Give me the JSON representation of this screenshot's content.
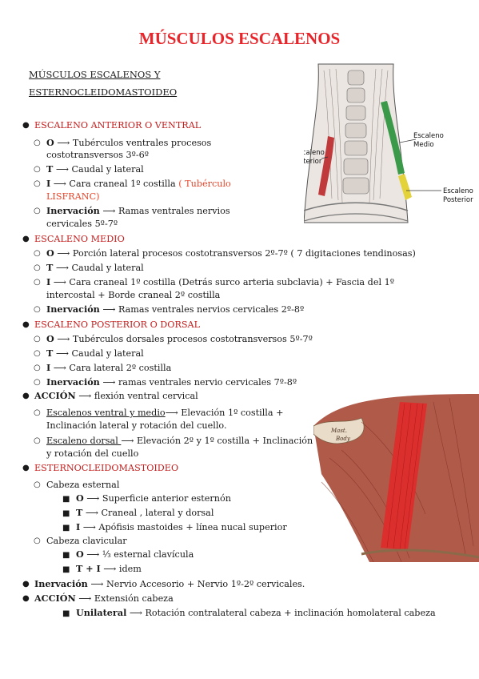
{
  "title": "MÚSCULOS ESCALENOS",
  "subtitle": [
    "MÚSCULOS ESCALENOS Y",
    "ESTERNOCLEIDOMASTOIDEO"
  ],
  "figure1": {
    "labels": {
      "medio": [
        "Escaleno",
        "Medio"
      ],
      "anterior": [
        "Escaleno",
        "Anterior"
      ],
      "posterior": [
        "Escaleno",
        "Posterior"
      ]
    },
    "colors": {
      "anterior": "#c0393b",
      "medio": "#3a9a4a",
      "posterior": "#e3d23a"
    }
  },
  "figure2": {
    "colors": {
      "scm": "#e02a2a",
      "muscle": "#b05a4a"
    },
    "labels": [
      "Mast.",
      "Body"
    ]
  },
  "lines": [
    {
      "bul": "●",
      "parts": [
        {
          "t": "ESCALENO ANTERIOR O VENTRAL",
          "c": "red"
        }
      ]
    },
    {
      "bul": "○",
      "parts": [
        {
          "t": "O",
          "c": "b"
        },
        {
          "t": " ⟶ Tubérculos ventrales  procesos"
        }
      ]
    },
    {
      "bul": "",
      "parts": [
        {
          "t": "costotransversos 3º-6º"
        }
      ]
    },
    {
      "bul": "○",
      "parts": [
        {
          "t": "T",
          "c": "b"
        },
        {
          "t": " ⟶ Caudal y lateral"
        }
      ]
    },
    {
      "bul": "○",
      "parts": [
        {
          "t": "I",
          "c": "b"
        },
        {
          "t": " ⟶ Cara craneal 1º costilla "
        },
        {
          "t": "( Tubérculo",
          "c": "orange"
        }
      ]
    },
    {
      "bul": "",
      "parts": [
        {
          "t": "LISFRANC)",
          "c": "orange"
        }
      ]
    },
    {
      "bul": "○",
      "parts": [
        {
          "t": "Inervación",
          "c": "b"
        },
        {
          "t": " ⟶ Ramas ventrales nervios"
        }
      ]
    },
    {
      "bul": "",
      "parts": [
        {
          "t": "cervicales 5º-7º"
        }
      ]
    },
    {
      "bul": "●",
      "parts": [
        {
          "t": "ESCALENO MEDIO",
          "c": "red"
        }
      ]
    },
    {
      "bul": "○",
      "parts": [
        {
          "t": "O",
          "c": "b"
        },
        {
          "t": " ⟶ Porción lateral procesos costotransversos 2º-7º ( 7 digitaciones tendinosas)"
        }
      ]
    },
    {
      "bul": "○",
      "parts": [
        {
          "t": "T",
          "c": "b"
        },
        {
          "t": " ⟶ Caudal y lateral"
        }
      ]
    },
    {
      "bul": "○",
      "parts": [
        {
          "t": "I",
          "c": "b"
        },
        {
          "t": " ⟶ Cara craneal 1º costilla (Detrás surco arteria subclavia) + Fascia del 1º"
        }
      ]
    },
    {
      "bul": "",
      "parts": [
        {
          "t": "intercostal + Borde craneal 2º costilla"
        }
      ]
    },
    {
      "bul": "○",
      "parts": [
        {
          "t": "Inervación",
          "c": "b"
        },
        {
          "t": " ⟶ Ramas ventrales nervios cervicales 2º-8º"
        }
      ]
    },
    {
      "bul": "●",
      "parts": [
        {
          "t": "ESCALENO POSTERIOR O DORSAL",
          "c": "red"
        }
      ]
    },
    {
      "bul": "○",
      "parts": [
        {
          "t": "O",
          "c": "b"
        },
        {
          "t": " ⟶ Tubérculos dorsales procesos costotransversos 5º-7º"
        }
      ]
    },
    {
      "bul": "○",
      "parts": [
        {
          "t": "T",
          "c": "b"
        },
        {
          "t": " ⟶ Caudal y lateral"
        }
      ]
    },
    {
      "bul": "○",
      "parts": [
        {
          "t": "I",
          "c": "b"
        },
        {
          "t": " ⟶ Cara lateral 2º costilla"
        }
      ]
    },
    {
      "bul": "○",
      "parts": [
        {
          "t": "Inervación",
          "c": "b"
        },
        {
          "t": " ⟶ ramas ventrales nervio cervicales 7º-8º"
        }
      ]
    },
    {
      "bul": "●",
      "parts": [
        {
          "t": "ACCIÓN",
          "c": "b"
        },
        {
          "t": " ⟶ flexión ventral cervical"
        }
      ]
    },
    {
      "bul": "○",
      "parts": [
        {
          "t": "Escalenos ventral y medio",
          "c": "u"
        },
        {
          "t": "⟶ Elevación 1º costilla +"
        }
      ]
    },
    {
      "bul": "",
      "parts": [
        {
          "t": "Inclinación lateral y rotación del cuello."
        }
      ]
    },
    {
      "bul": "○",
      "parts": [
        {
          "t": "Escaleno dorsal ",
          "c": "u"
        },
        {
          "t": "⟶ Elevación 2º y 1º costilla + Inclinación"
        }
      ]
    },
    {
      "bul": "",
      "parts": [
        {
          "t": "y rotación del cuello"
        }
      ]
    },
    {
      "bul": "●",
      "parts": [
        {
          "t": "ESTERNOCLEIDOMASTOIDEO",
          "c": "red"
        }
      ]
    },
    {
      "bul": "○",
      "parts": [
        {
          "t": "Cabeza esternal"
        }
      ]
    },
    {
      "bul": "■",
      "parts": [
        {
          "t": "O",
          "c": "b"
        },
        {
          "t": " ⟶ Superficie anterior esternón"
        }
      ]
    },
    {
      "bul": "■",
      "parts": [
        {
          "t": "T",
          "c": "b"
        },
        {
          "t": " ⟶ Craneal , lateral y dorsal"
        }
      ]
    },
    {
      "bul": "■",
      "parts": [
        {
          "t": "I",
          "c": "b"
        },
        {
          "t": " ⟶ Apófisis mastoides +  línea nucal superior"
        }
      ]
    },
    {
      "bul": "○",
      "parts": [
        {
          "t": "Cabeza clavicular"
        }
      ]
    },
    {
      "bul": "■",
      "parts": [
        {
          "t": "O",
          "c": "b"
        },
        {
          "t": " ⟶ ⅓ esternal clavícula"
        }
      ]
    },
    {
      "bul": "■",
      "parts": [
        {
          "t": "T + I",
          "c": "b"
        },
        {
          "t": " ⟶ idem"
        }
      ]
    },
    {
      "bul": "●",
      "parts": [
        {
          "t": "Inervación",
          "c": "b"
        },
        {
          "t": " ⟶ Nervio Accesorio + Nervio 1º-2º cervicales."
        }
      ]
    },
    {
      "bul": "●",
      "parts": [
        {
          "t": "ACCIÓN",
          "c": "b"
        },
        {
          "t": " ⟶ Extensión cabeza"
        }
      ]
    },
    {
      "bul": "■",
      "parts": [
        {
          "t": "Unilateral",
          "c": "b"
        },
        {
          "t": " ⟶ Rotación contralateral cabeza + inclinación homolateral cabeza"
        }
      ]
    }
  ]
}
